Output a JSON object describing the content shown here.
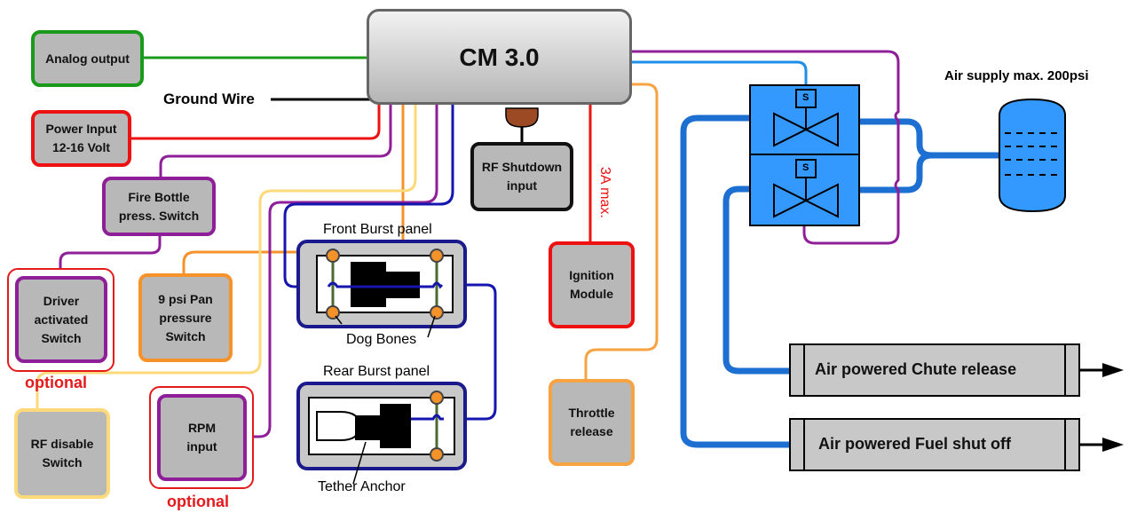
{
  "colors": {
    "green": "#1a9a1a",
    "black": "#000000",
    "red": "#ee1111",
    "purple": "#8e1f98",
    "orange": "#f5922a",
    "light_orange": "#f7a341",
    "yellow": "#fcd97a",
    "dark_blue": "#1515b0",
    "light_blue": "#1e8fe8",
    "air_blue": "#1d6fd1",
    "node_gray": "#b8b8b8",
    "brown": "#9b4a24"
  },
  "labels": {
    "cm": "CM 3.0",
    "analog_output": "Analog output",
    "ground_wire": "Ground Wire",
    "power_input_1": "Power Input",
    "power_input_2": "12-16 Volt",
    "fire_bottle_1": "Fire Bottle",
    "fire_bottle_2": "press. Switch",
    "driver_1": "Driver",
    "driver_2": "activated",
    "driver_3": "Switch",
    "pan_1": "9 psi Pan",
    "pan_2": "pressure",
    "pan_3": "Switch",
    "rf_disable_1": "RF disable",
    "rf_disable_2": "Switch",
    "rpm_1": "RPM",
    "rpm_2": "input",
    "optional": "optional",
    "rf_shutdown_1": "RF Shutdown",
    "rf_shutdown_2": "input",
    "ignition_1": "Ignition",
    "ignition_2": "Module",
    "throttle_1": "Throttle",
    "throttle_2": "release",
    "three_a_max": "3A max.",
    "front_panel": "Front Burst panel",
    "rear_panel": "Rear Burst panel",
    "dog_bones": "Dog Bones",
    "tether_anchor": "Tether Anchor",
    "air_supply": "Air supply max. 200psi",
    "chute_release": "Air powered Chute release",
    "fuel_shutoff": "Air powered Fuel shut off",
    "solenoid_letter": "S"
  }
}
